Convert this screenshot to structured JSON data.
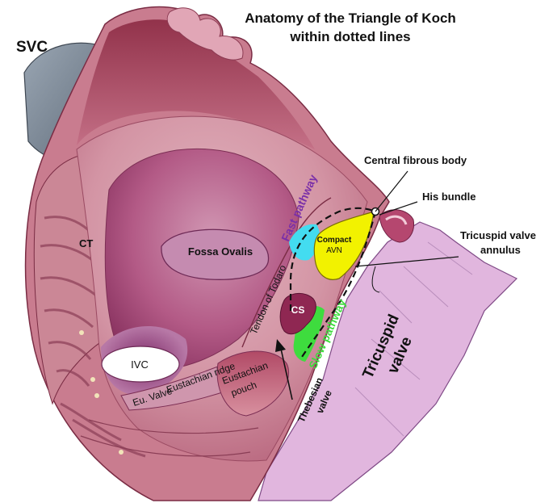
{
  "title": {
    "line1": "Anatomy of the Triangle of Koch",
    "line2": "within dotted lines"
  },
  "labels": {
    "svc": "SVC",
    "ct": "CT",
    "fossa_ovalis": "Fossa Ovalis",
    "ivc": "IVC",
    "eu_valve": "Eu. Valve",
    "eustachian_ridge": "Eustachian ridge",
    "eustachian_pouch_line1": "Eustachian",
    "eustachian_pouch_line2": "pouch",
    "tendon_of_todaro": "Tendon of Todaro",
    "fast_pathway": "Fast pathway",
    "slow_pathway": "Slow pathway",
    "compact_avn_line1": "Compact",
    "compact_avn_line2": "AVN",
    "cs": "CS",
    "central_fibrous_body": "Central fibrous body",
    "his_bundle": "His bundle",
    "tricuspid_annulus_line1": "Tricuspid valve",
    "tricuspid_annulus_line2": "annulus",
    "tricuspid_valve_line1": "Tricuspid",
    "tricuspid_valve_line2": "valve",
    "thebesian_line1": "Thebesian",
    "thebesian_line2": "valve"
  },
  "colors": {
    "atrial_wall": "#c9798c",
    "atrial_wall_dark": "#a94460",
    "cavity": "#d59aa7",
    "septum": "#b5476f",
    "fossa": "#bf82a5",
    "tricuspid": "#e0b3dc",
    "svc": "#7b8898",
    "fast_pathway": "#7a2fa8",
    "slow_pathway": "#3edc3e",
    "compact_avn": "#f2f200",
    "fast_zone": "#43dcf0",
    "cs": "#8f2752"
  }
}
